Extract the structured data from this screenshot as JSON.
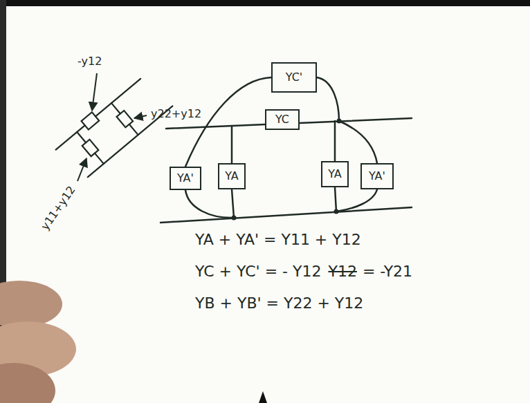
{
  "diagram": {
    "nodes": [
      {
        "text": [
          "YC'"
        ]
      },
      {
        "text": [
          "YC"
        ]
      },
      {
        "text": [
          "YA'"
        ]
      },
      {
        "text": [
          "YA"
        ]
      },
      {
        "text": [
          "YA"
        ]
      },
      {
        "text": [
          "YA'"
        ]
      }
    ],
    "labels": [
      "-y12",
      "y22+y12",
      "y11+y12",
      "YA + YA' = Y11 + Y12",
      "YC + YC' = - Y12",
      "Y12",
      "= -Y21",
      "YB + YB' = Y22 + Y12"
    ]
  }
}
